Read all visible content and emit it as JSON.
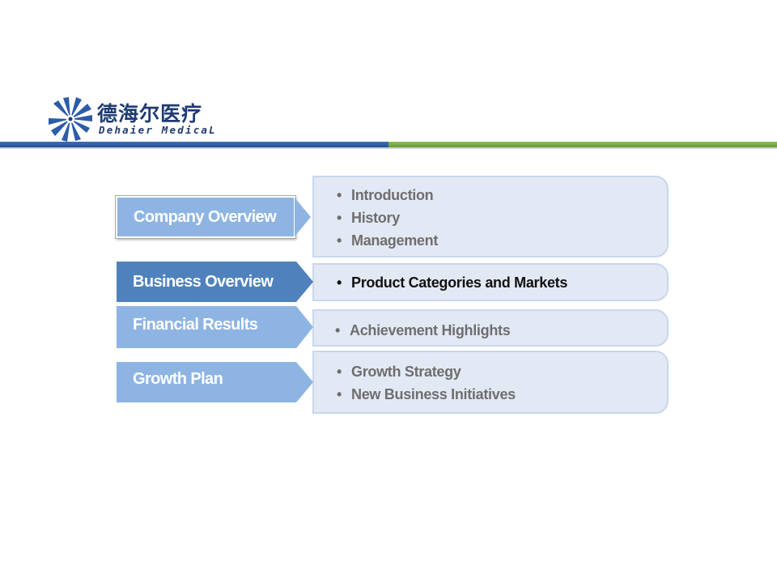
{
  "logo": {
    "cn_name": "德海尔医疗",
    "en_name": "Dehaier MedicaL"
  },
  "colors": {
    "brand_blue": "#1f3b73",
    "rule_blue": "#3c70b8",
    "rule_green": "#8cbf4e",
    "label_light": "#8eb4e3",
    "label_active": "#4f81bd",
    "content_bg": "#e3e9f4"
  },
  "agenda": [
    {
      "label": "Company Overview",
      "items": [
        "Introduction",
        "History",
        "Management"
      ],
      "state": "framed"
    },
    {
      "label": "Business Overview",
      "items": [
        "Product Categories and Markets"
      ],
      "state": "active"
    },
    {
      "label": "Financial Results",
      "items": [
        "Achievement Highlights"
      ],
      "state": "normal"
    },
    {
      "label": "Growth Plan",
      "items": [
        "Growth Strategy",
        "New Business Initiatives"
      ],
      "state": "normal"
    }
  ]
}
